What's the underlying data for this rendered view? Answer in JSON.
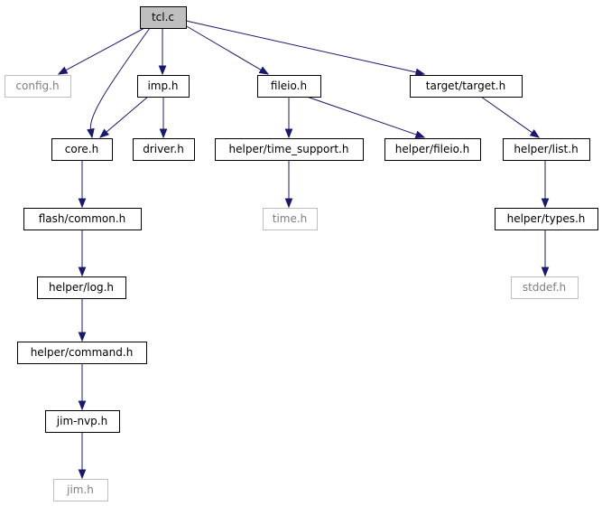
{
  "graph": {
    "colors": {
      "edge": "#191970",
      "node_border": "#000000",
      "external_border": "#bfbfbf",
      "external_text": "#7f7f7f",
      "root_fill": "#bfbfbf"
    },
    "nodes": [
      {
        "id": "tcl_c",
        "label": "tcl.c",
        "kind": "root"
      },
      {
        "id": "config_h",
        "label": "config.h",
        "kind": "external"
      },
      {
        "id": "imp_h",
        "label": "imp.h",
        "kind": "local"
      },
      {
        "id": "fileio_h",
        "label": "fileio.h",
        "kind": "local"
      },
      {
        "id": "target_target_h",
        "label": "target/target.h",
        "kind": "local"
      },
      {
        "id": "core_h",
        "label": "core.h",
        "kind": "local"
      },
      {
        "id": "driver_h",
        "label": "driver.h",
        "kind": "local"
      },
      {
        "id": "helper_time_support_h",
        "label": "helper/time_support.h",
        "kind": "local"
      },
      {
        "id": "helper_fileio_h",
        "label": "helper/fileio.h",
        "kind": "local"
      },
      {
        "id": "helper_list_h",
        "label": "helper/list.h",
        "kind": "local"
      },
      {
        "id": "flash_common_h",
        "label": "flash/common.h",
        "kind": "local"
      },
      {
        "id": "time_h",
        "label": "time.h",
        "kind": "external"
      },
      {
        "id": "helper_types_h",
        "label": "helper/types.h",
        "kind": "local"
      },
      {
        "id": "helper_log_h",
        "label": "helper/log.h",
        "kind": "local"
      },
      {
        "id": "stddef_h",
        "label": "stddef.h",
        "kind": "external"
      },
      {
        "id": "helper_command_h",
        "label": "helper/command.h",
        "kind": "local"
      },
      {
        "id": "jim_nvp_h",
        "label": "jim-nvp.h",
        "kind": "local"
      },
      {
        "id": "jim_h",
        "label": "jim.h",
        "kind": "external"
      }
    ],
    "edges": [
      {
        "from": "tcl_c",
        "to": "config_h"
      },
      {
        "from": "tcl_c",
        "to": "core_h"
      },
      {
        "from": "tcl_c",
        "to": "imp_h"
      },
      {
        "from": "tcl_c",
        "to": "fileio_h"
      },
      {
        "from": "tcl_c",
        "to": "target_target_h"
      },
      {
        "from": "imp_h",
        "to": "core_h"
      },
      {
        "from": "imp_h",
        "to": "driver_h"
      },
      {
        "from": "core_h",
        "to": "flash_common_h"
      },
      {
        "from": "flash_common_h",
        "to": "helper_log_h"
      },
      {
        "from": "helper_log_h",
        "to": "helper_command_h"
      },
      {
        "from": "helper_command_h",
        "to": "jim_nvp_h"
      },
      {
        "from": "jim_nvp_h",
        "to": "jim_h"
      },
      {
        "from": "fileio_h",
        "to": "helper_time_support_h"
      },
      {
        "from": "fileio_h",
        "to": "helper_fileio_h"
      },
      {
        "from": "helper_time_support_h",
        "to": "time_h"
      },
      {
        "from": "target_target_h",
        "to": "helper_list_h"
      },
      {
        "from": "helper_list_h",
        "to": "helper_types_h"
      },
      {
        "from": "helper_types_h",
        "to": "stddef_h"
      }
    ]
  }
}
